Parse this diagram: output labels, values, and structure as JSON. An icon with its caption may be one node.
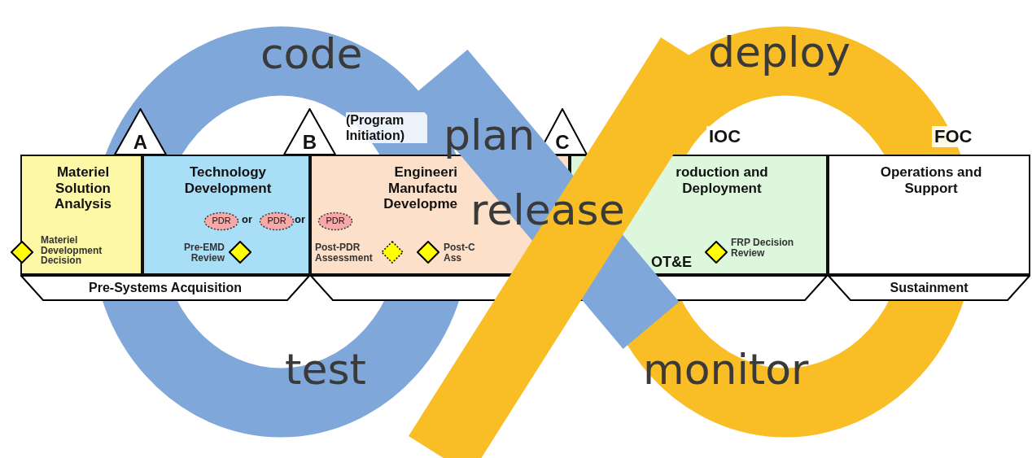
{
  "diagram": {
    "nodes": [
      {
        "text": [
          "A"
        ]
      },
      {
        "text": [
          "B"
        ],
        "beside": [
          "(Program Initiation)"
        ]
      },
      {
        "text": [
          "C"
        ]
      },
      {
        "text": [
          "Materiel Solution Analysis"
        ]
      },
      {
        "text": [
          "Technology Development"
        ]
      },
      {
        "text": [
          "Engineeri Manufactu Developme"
        ]
      },
      {
        "text": [
          "roduction and Deployment"
        ]
      },
      {
        "text": [
          "Operations and Support"
        ]
      },
      {
        "text": [],
        "shape": "diamond"
      },
      {
        "text": [
          "PDR"
        ],
        "in": 4
      },
      {
        "text": [
          "PDR"
        ],
        "in": 4
      },
      {
        "text": [],
        "shape": "diamond",
        "in": 4,
        "beside": [
          "Pre-EMD Review"
        ]
      },
      {
        "text": [
          "PDR"
        ],
        "in": 5
      },
      {
        "text": [],
        "shape": "diamond",
        "in": 5,
        "beside": [
          "Post-PDR Assessment"
        ]
      },
      {
        "text": [],
        "shape": "diamond",
        "in": 5,
        "beside": [
          "Post-C Ass"
        ]
      },
      {
        "text": [],
        "shape": "diamond",
        "in": 6,
        "beside": [
          "FRP Decision Review"
        ]
      },
      {
        "text": [
          "Pre-Systems Acquisition"
        ]
      },
      {
        "text": [],
        "shape": "box"
      },
      {
        "text": [
          "Sustainment"
        ]
      }
    ],
    "labels": [
      "code",
      "deploy",
      "plan",
      "IOC",
      "FOC",
      "Materiel Development Decision",
      "or",
      "or",
      "release",
      "OT&E",
      "test",
      "monitor"
    ]
  }
}
